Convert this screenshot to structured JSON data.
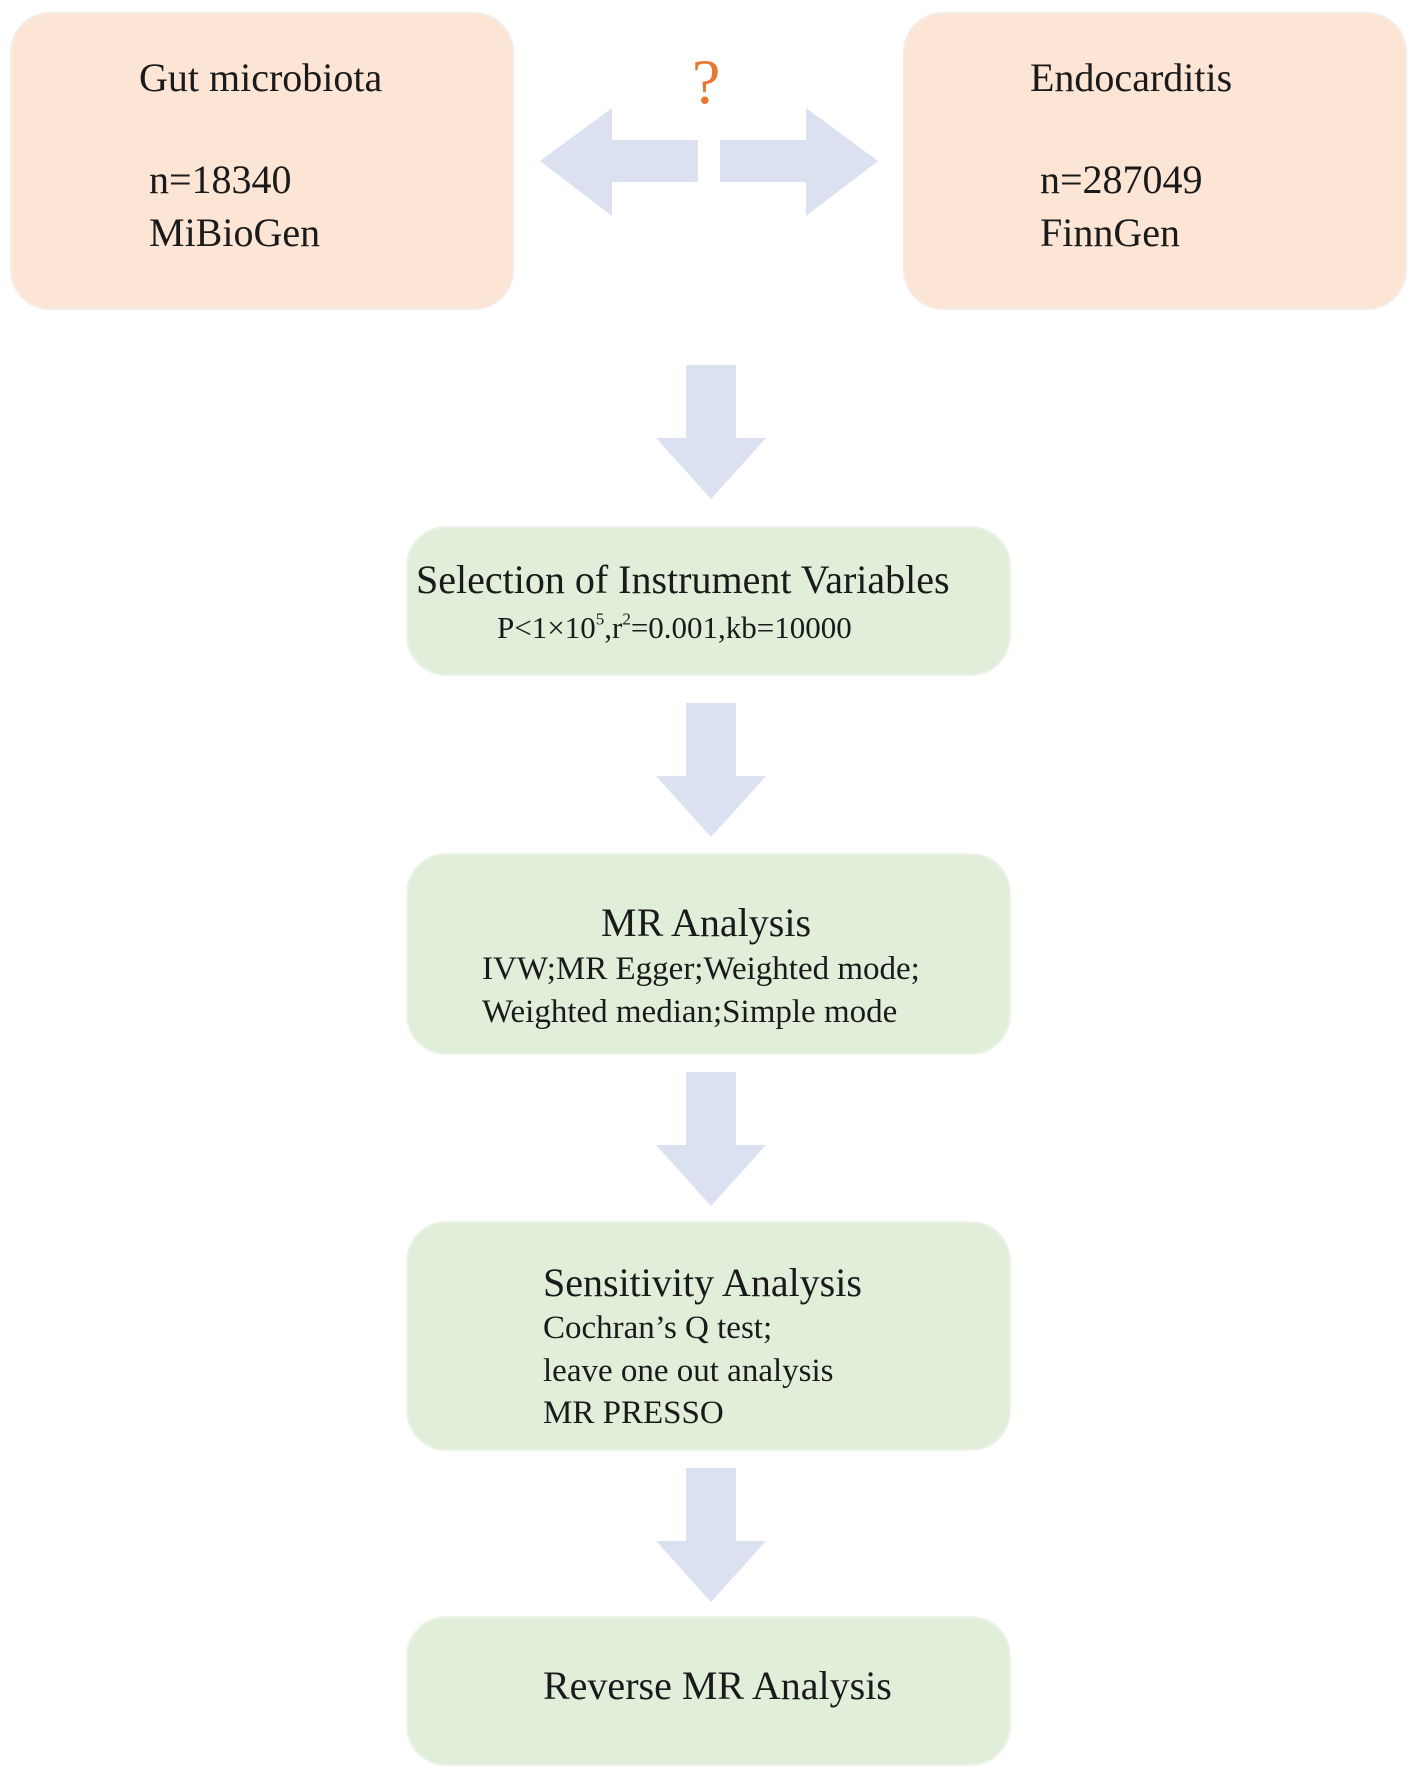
{
  "exposure": {
    "title": "Gut microbiota",
    "n": "n=18340",
    "source": "MiBioGen"
  },
  "outcome": {
    "title": "Endocarditis",
    "n": "n=287049",
    "source": "FinnGen"
  },
  "relation_symbol": "?",
  "steps": {
    "selection": {
      "title": "Selection of Instrument Variables",
      "p_prefix": "P<1×10",
      "p_exp": "5",
      "r_prefix": ",r",
      "r_exp": "2",
      "rest": "=0.001,kb=10000"
    },
    "mr": {
      "title": "MR Analysis",
      "line1": "IVW;MR Egger;Weighted mode;",
      "line2": "Weighted median;Simple mode"
    },
    "sensitivity": {
      "title": "Sensitivity Analysis",
      "line1": "Cochran’s Q test;",
      "line2": "leave one out analysis",
      "line3": "MR PRESSO"
    },
    "reverse": {
      "title": "Reverse MR Analysis"
    }
  },
  "colors": {
    "peach": "#fde5d6",
    "green": "#e1eed9",
    "arrow": "#dbe1f0",
    "question": "#e8782f"
  }
}
